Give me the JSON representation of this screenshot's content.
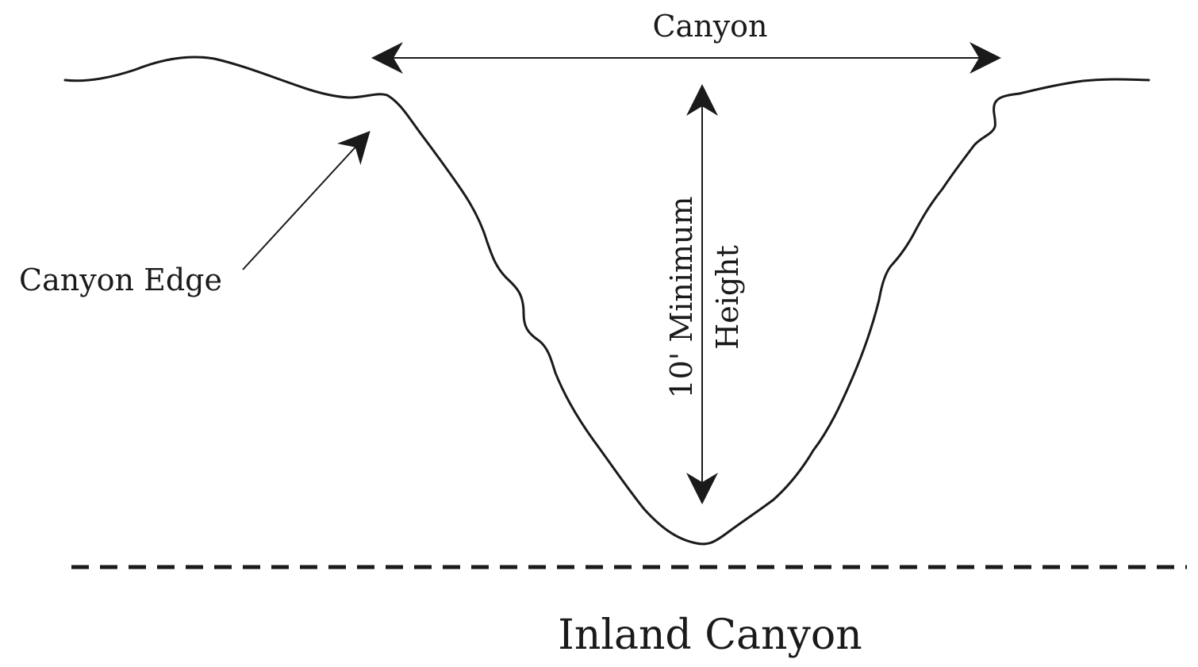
{
  "diagram": {
    "labels": {
      "width_label": "Canyon",
      "edge_label": "Canyon Edge",
      "height_label_line1": "10' Minimum",
      "height_label_line2": "Height",
      "caption": "Inland Canyon"
    },
    "colors": {
      "ink": "#1a1a1a",
      "background": "#ffffff"
    }
  }
}
